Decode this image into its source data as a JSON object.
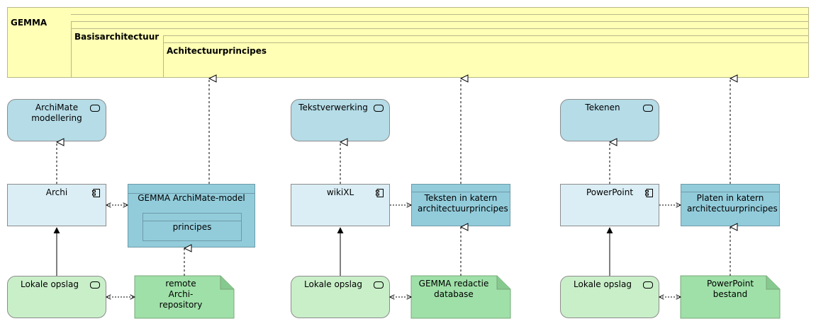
{
  "groups": {
    "gemma": "GEMMA",
    "basis": "Basisarchitectuur",
    "principes": "Achitectuurprincipes"
  },
  "columns": [
    {
      "service": "ArchiMate modellering",
      "component": "Archi",
      "object": "GEMMA ArchiMate-model",
      "object_inner": "principes",
      "tech": "Lokale opslag",
      "artifact": "remote Archi-repository"
    },
    {
      "service": "Tekstverwerking",
      "component": "wikiXL",
      "object": "Teksten in katern architectuurprincipes",
      "tech": "Lokale opslag",
      "artifact": "GEMMA redactie database"
    },
    {
      "service": "Tekenen",
      "component": "PowerPoint",
      "object": "Platen in katern architectuurprincipes",
      "tech": "Lokale opslag",
      "artifact": "PowerPoint bestand"
    }
  ],
  "colors": {
    "grouping": "#ffffb5",
    "service": "#b5dce7",
    "component": "#dbeef5",
    "data_object": "#92ccdb",
    "technology": "#c9efc9",
    "artifact": "#9fe0a8"
  }
}
